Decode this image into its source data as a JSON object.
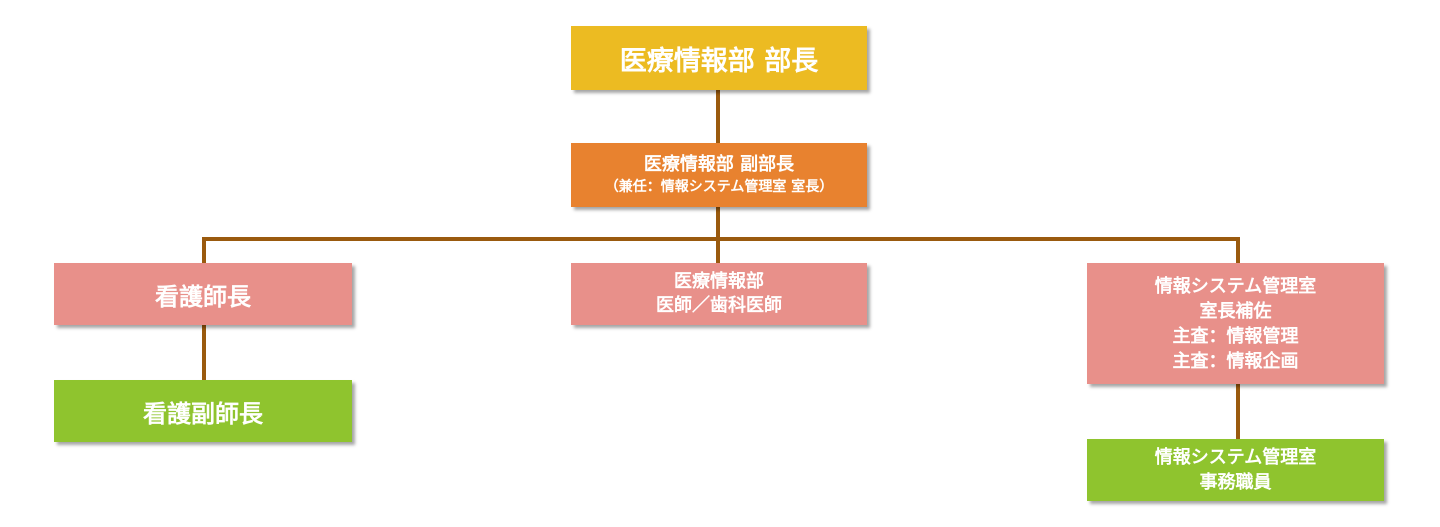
{
  "colors": {
    "head": "#ecbb22",
    "vice": "#e8822f",
    "pink": "#e8908a",
    "green": "#8fc42e",
    "connector": "#9a5a0e"
  },
  "nodes": {
    "head": {
      "lines": [
        "医療情報部 部長"
      ]
    },
    "vice": {
      "line1": "医療情報部 副部長",
      "line2": "（兼任：情報システム管理室 室長）"
    },
    "nurse_chief": {
      "lines": [
        "看護師長"
      ]
    },
    "doctors": {
      "lines": [
        "医療情報部",
        "医師／歯科医師"
      ]
    },
    "ism_office": {
      "lines": [
        "情報システム管理室",
        "室長補佐",
        "主査：情報管理",
        "主査：情報企画"
      ]
    },
    "vice_nurse_chief": {
      "lines": [
        "看護副師長"
      ]
    },
    "ism_staff": {
      "lines": [
        "情報システム管理室",
        "事務職員"
      ]
    }
  }
}
